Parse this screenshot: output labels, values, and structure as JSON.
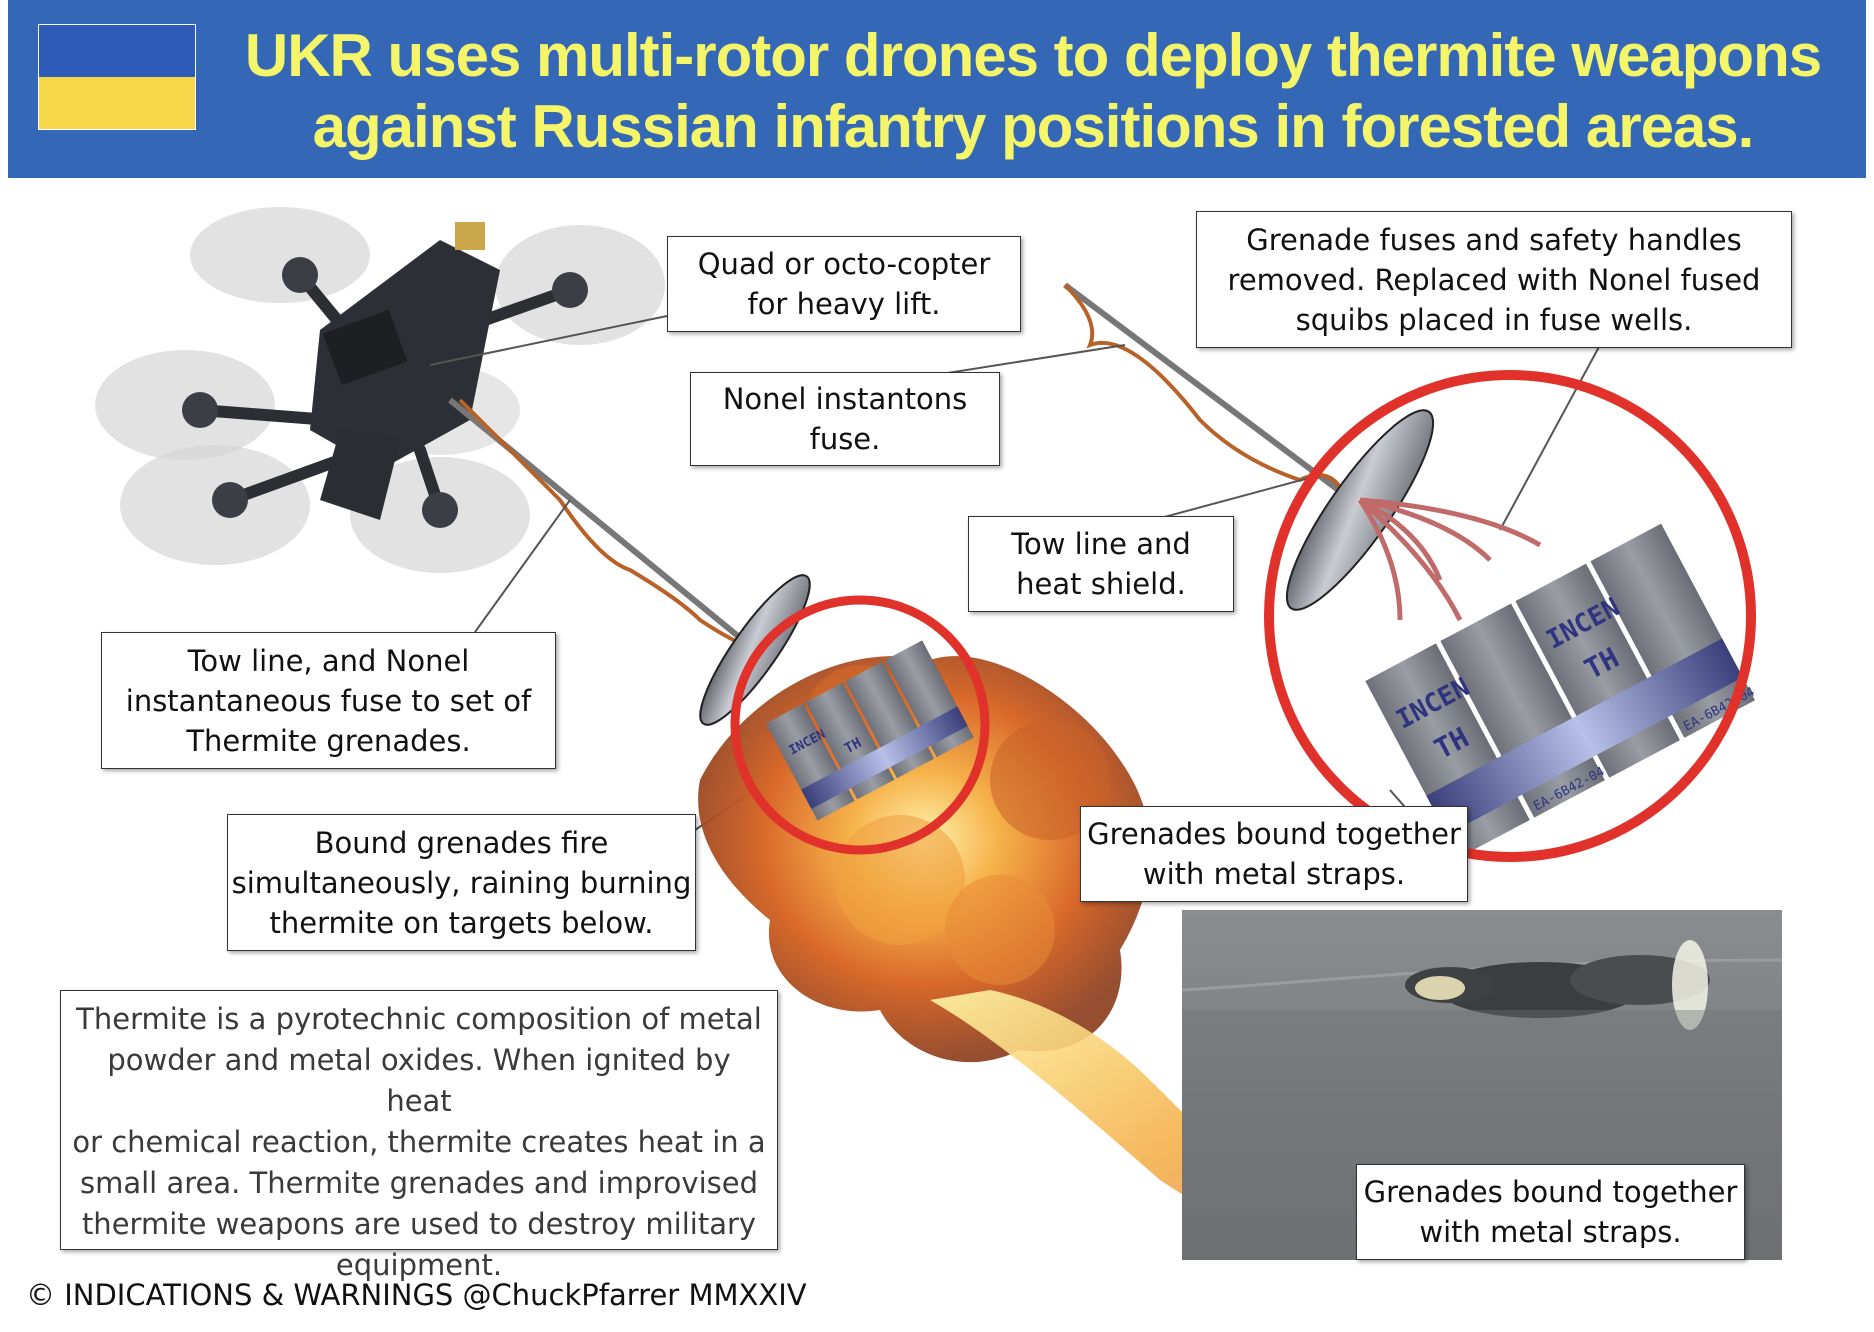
{
  "header": {
    "title_line1": "UKR uses multi-rotor drones to deploy thermite weapons",
    "title_line2": "against Russian infantry positions in forested areas."
  },
  "callouts": {
    "quad": [
      "Quad or octo-copter",
      "for heavy lift."
    ],
    "grenade_fuses": [
      "Grenade fuses and safety handles",
      "removed. Replaced with Nonel fused",
      "squibs placed in fuse wells."
    ],
    "nonel": [
      "Nonel instantons",
      "fuse."
    ],
    "tow_heat": [
      "Tow line and",
      "heat shield."
    ],
    "tow_nonel": [
      "Tow line, and Nonel",
      "instantaneous fuse to set of",
      "Thermite grenades."
    ],
    "bound_fire": [
      "Bound grenades fire",
      "simultaneously, raining burning",
      "thermite on targets below."
    ],
    "bound_straps_top": [
      "Grenades bound together",
      "with metal straps."
    ],
    "bound_straps_bottom": [
      "Grenades bound together",
      "with metal straps."
    ]
  },
  "grenade_labels": {
    "incen": "INCEN",
    "th": "TH",
    "code": "EA-6B42-04"
  },
  "info": {
    "lines": [
      "Thermite is a pyrotechnic composition of metal",
      "powder and metal oxides. When ignited by heat",
      "or chemical reaction, thermite creates heat in a",
      "small area. Thermite grenades and improvised",
      "thermite weapons are used to destroy military",
      "equipment."
    ]
  },
  "footer": {
    "copyright": "© INDICATIONS & WARNINGS @ChuckPfarrer MMXXIV"
  },
  "colors": {
    "header_bg": "#3467b5",
    "title_text": "#f5f56a",
    "flag_blue": "#2e5bb8",
    "flag_yellow": "#f7d64a",
    "circle_red": "#e0312a",
    "fuse_orange": "#b8622a",
    "grenade_gray": "#8a8d93"
  },
  "icons": [
    "ukraine-flag-icon",
    "drone-icon",
    "heat-shield-icon",
    "grenade-bundle-icon",
    "explosion-icon"
  ]
}
